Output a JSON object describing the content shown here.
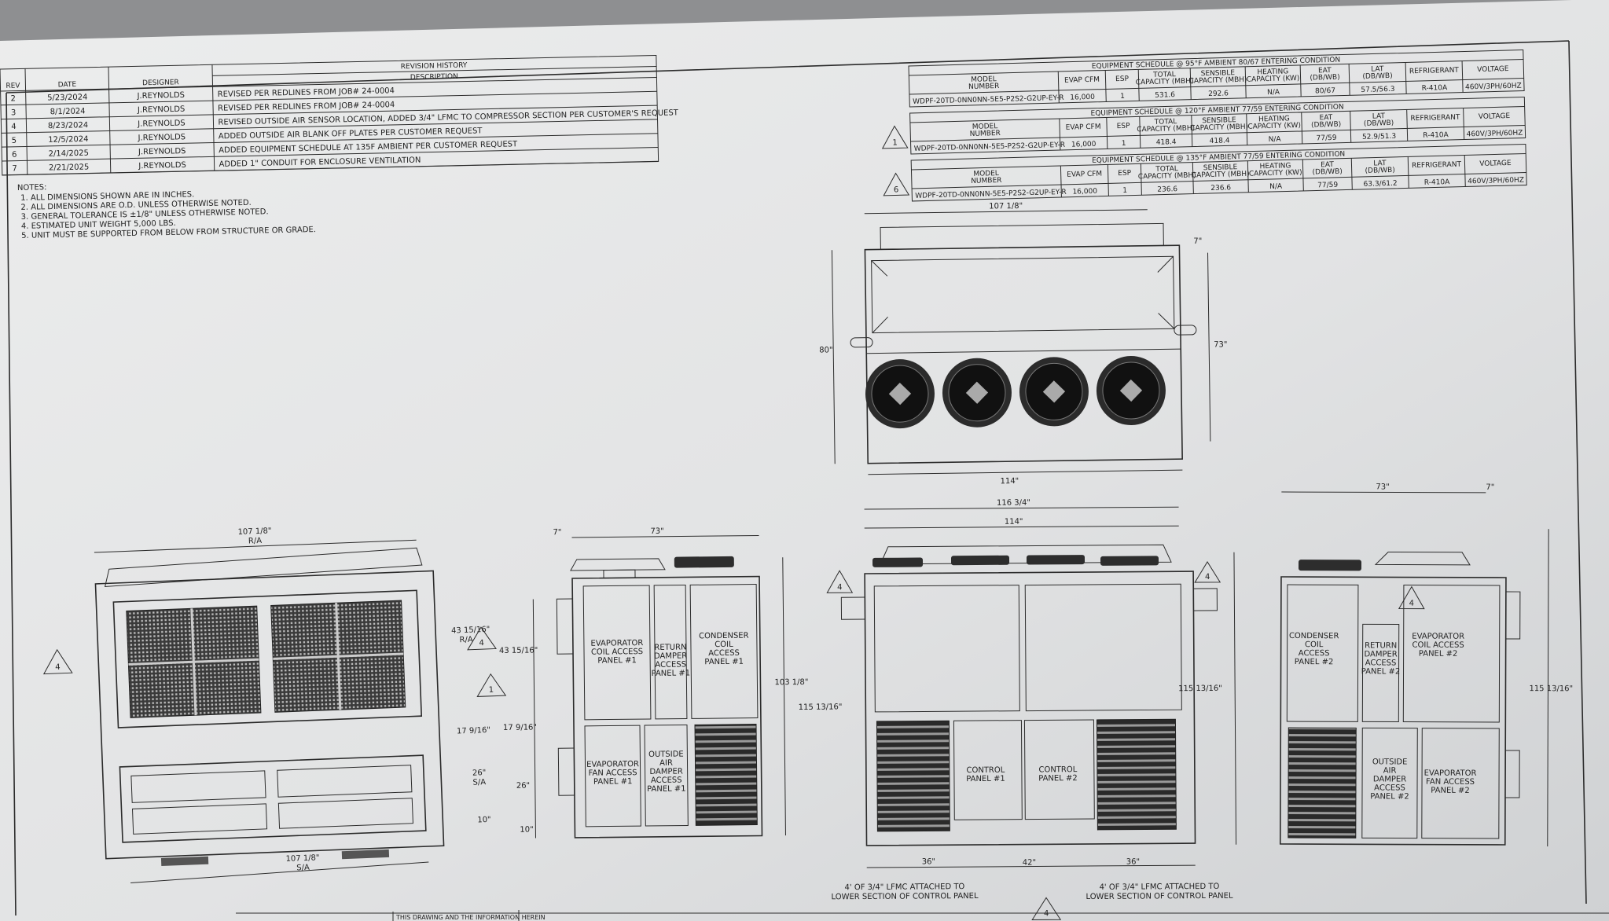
{
  "revision_history": {
    "title": "REVISION HISTORY",
    "columns": [
      "REV",
      "DATE",
      "DESIGNER",
      "DESCRIPTION"
    ],
    "rows": [
      [
        "2",
        "5/23/2024",
        "J.REYNOLDS",
        "REVISED PER REDLINES FROM JOB# 24-0004"
      ],
      [
        "3",
        "8/1/2024",
        "J.REYNOLDS",
        "REVISED PER REDLINES FROM JOB# 24-0004"
      ],
      [
        "4",
        "8/23/2024",
        "J.REYNOLDS",
        "REVISED OUTSIDE AIR SENSOR LOCATION, ADDED 3/4\" LFMC TO COMPRESSOR SECTION PER CUSTOMER'S REQUEST"
      ],
      [
        "5",
        "12/5/2024",
        "J.REYNOLDS",
        "ADDED OUTSIDE AIR BLANK OFF PLATES PER CUSTOMER REQUEST"
      ],
      [
        "6",
        "2/14/2025",
        "J.REYNOLDS",
        "ADDED EQUIPMENT SCHEDULE AT 135F AMBIENT PER CUSTOMER REQUEST"
      ],
      [
        "7",
        "2/21/2025",
        "J.REYNOLDS",
        "ADDED 1\" CONDUIT FOR ENCLOSURE VENTILATION"
      ]
    ]
  },
  "notes": {
    "title": "NOTES:",
    "items": [
      "1.   ALL DIMENSIONS SHOWN ARE IN INCHES.",
      "2.   ALL DIMENSIONS ARE O.D. UNLESS OTHERWISE NOTED.",
      "3.   GENERAL TOLERANCE IS ±1/8\" UNLESS OTHERWISE NOTED.",
      "4.   ESTIMATED UNIT WEIGHT 5,000 LBS.",
      "5.   UNIT MUST BE SUPPORTED FROM BELOW FROM STRUCTURE OR GRADE."
    ]
  },
  "schedules": {
    "columns": [
      "MODEL NUMBER",
      "EVAP CFM",
      "ESP",
      "TOTAL CAPACITY (MBH)",
      "SENSIBLE CAPACITY (MBH)",
      "HEATING CAPACITY (KW)",
      "EAT (DB/WB)",
      "LAT (DB/WB)",
      "REFRIGERANT",
      "VOLTAGE"
    ],
    "tables": [
      {
        "title": "EQUIPMENT SCHEDULE @ 95°F AMBIENT 80/67 ENTERING CONDITION",
        "rev": "",
        "row": [
          "WDPF-20TD-0NN0NN-5E5-P2S2-G2UP-EY-R",
          "16,000",
          "1",
          "531.6",
          "292.6",
          "N/A",
          "80/67",
          "57.5/56.3",
          "R-410A",
          "460V/3PH/60HZ"
        ]
      },
      {
        "title": "EQUIPMENT SCHEDULE @ 120°F AMBIENT 77/59 ENTERING CONDITION",
        "rev": "1",
        "row": [
          "WDPF-20TD-0NN0NN-5E5-P2S2-G2UP-EY-R",
          "16,000",
          "1",
          "418.4",
          "418.4",
          "N/A",
          "77/59",
          "52.9/51.3",
          "R-410A",
          "460V/3PH/60HZ"
        ]
      },
      {
        "title": "EQUIPMENT SCHEDULE @ 135°F AMBIENT 77/59 ENTERING CONDITION",
        "rev": "6",
        "row": [
          "WDPF-20TD-0NN0NN-5E5-P2S2-G2UP-EY-R",
          "16,000",
          "1",
          "236.6",
          "236.6",
          "N/A",
          "77/59",
          "63.3/61.2",
          "R-410A",
          "460V/3PH/60HZ"
        ]
      }
    ]
  },
  "top_view": {
    "dim_top": "107 1/8\"",
    "dim_right_top": "7\"",
    "dim_left": "80\"",
    "dim_right": "73\"",
    "dim_bottom": "114\""
  },
  "front_view": {
    "dim_top": "107 1/8\"",
    "dim_top_sub": "R/A",
    "dim_mid": "43 15/16\"",
    "dim_mid_sub": "R/A",
    "dim_a": "17 9/16\"",
    "dim_b": "26\"",
    "dim_b_sub": "S/A",
    "dim_c": "10\"",
    "dim_bottom": "107 1/8\"",
    "dim_bottom_sub": "S/A",
    "rev_left": "4",
    "rev_mid": "4",
    "rev_low": "1"
  },
  "side_left_view": {
    "dim_top_a": "7\"",
    "dim_top_b": "73\"",
    "dim_l1": "43 15/16\"",
    "dim_l2": "17 9/16\"",
    "dim_l3": "26\"",
    "dim_l4": "10\"",
    "dim_r1": "103 1/8\"",
    "dim_r2": "115 13/16\"",
    "panels": {
      "evap_coil": "EVAPORATOR COIL ACCESS PANEL #1",
      "return_damper": "RETURN DAMPER ACCESS PANEL #1",
      "condenser_coil": "CONDENSER COIL ACCESS PANEL #1",
      "evap_fan": "EVAPORATOR FAN ACCESS PANEL #1",
      "oa_damper": "OUTSIDE AIR DAMPER ACCESS PANEL #1"
    }
  },
  "rear_view": {
    "dim_top1": "116 3/4\"",
    "dim_top2": "114\"",
    "dim_right": "115 13/16\"",
    "dim_b1": "36\"",
    "dim_b2": "42\"",
    "dim_b3": "36\"",
    "control1": "CONTROL PANEL #1",
    "control2": "CONTROL PANEL #2",
    "note_left": "4' OF 3/4\" LFMC ATTACHED TO LOWER SECTION OF CONTROL PANEL",
    "note_right": "4' OF 3/4\" LFMC ATTACHED TO LOWER SECTION OF CONTROL PANEL",
    "rev": "4"
  },
  "side_right_view": {
    "dim_top_a": "73\"",
    "dim_top_b": "7\"",
    "dim_right": "115 13/16\"",
    "rev": "4",
    "panels": {
      "condenser_coil": "CONDENSER COIL ACCESS PANEL #2",
      "return_damper": "RETURN DAMPER ACCESS PANEL #2",
      "evap_coil": "EVAPORATOR COIL ACCESS PANEL #2",
      "oa_damper": "OUTSIDE AIR DAMPER ACCESS PANEL #2",
      "evap_fan": "EVAPORATOR FAN ACCESS PANEL #2"
    }
  },
  "footer": {
    "proprietary": "THIS DRAWING AND THE INFORMATION HEREIN"
  }
}
